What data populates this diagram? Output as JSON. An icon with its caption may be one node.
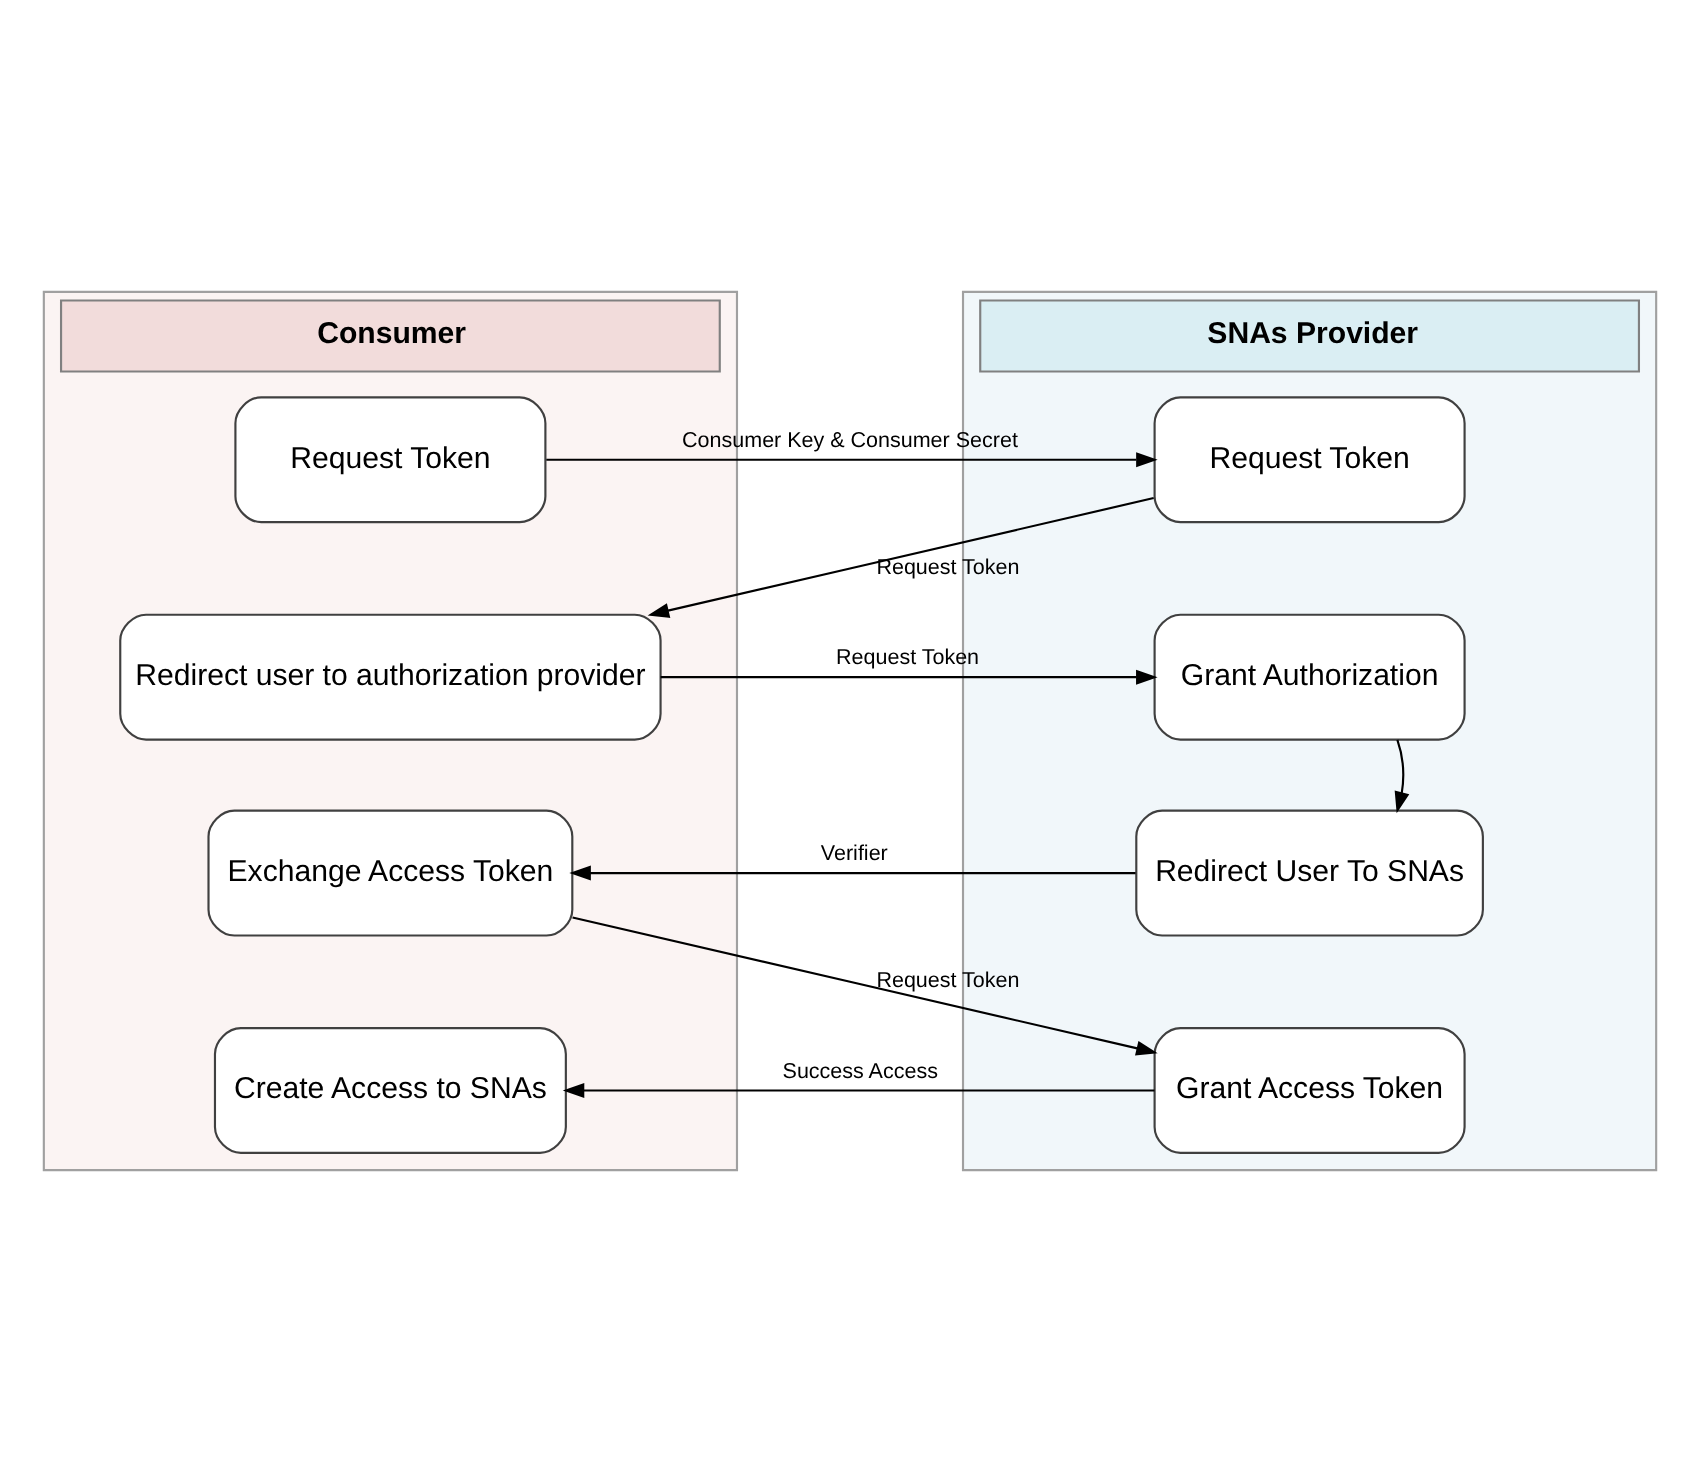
{
  "diagram": {
    "nodes": [
      {
        "text": [
          "Consumer"
        ]
      },
      {
        "text": [
          "SNAs Provider"
        ]
      },
      {
        "text": [
          "Request Token"
        ],
        "in": 0
      },
      {
        "text": [
          "Request Token"
        ],
        "in": 1
      },
      {
        "text": [
          "Redirect user to authorization provider"
        ],
        "in": 0
      },
      {
        "text": [
          "Grant Authorization"
        ],
        "in": 1
      },
      {
        "text": [
          "Exchange Access Token"
        ],
        "in": 0
      },
      {
        "text": [
          "Redirect User To SNAs"
        ],
        "in": 1
      },
      {
        "text": [
          "Grant Access Token"
        ],
        "in": 1
      },
      {
        "text": [
          "Create Access to SNAs"
        ],
        "in": 0
      }
    ],
    "edges": [
      {
        "from": 2,
        "to": 3,
        "arrow": "to",
        "label": "Consumer Key & Consumer Secret"
      },
      {
        "from": 3,
        "to": 4,
        "arrow": "to",
        "label": "Request Token"
      },
      {
        "from": 4,
        "to": 5,
        "arrow": "to",
        "label": "Request Token"
      },
      {
        "from": 5,
        "to": 7,
        "arrow": "to"
      },
      {
        "from": 7,
        "to": 6,
        "arrow": "to",
        "label": "Verifier"
      },
      {
        "from": 6,
        "to": 8,
        "arrow": "to",
        "label": "Request Token"
      },
      {
        "from": 8,
        "to": 9,
        "arrow": "to",
        "label": "Success Access"
      }
    ]
  }
}
